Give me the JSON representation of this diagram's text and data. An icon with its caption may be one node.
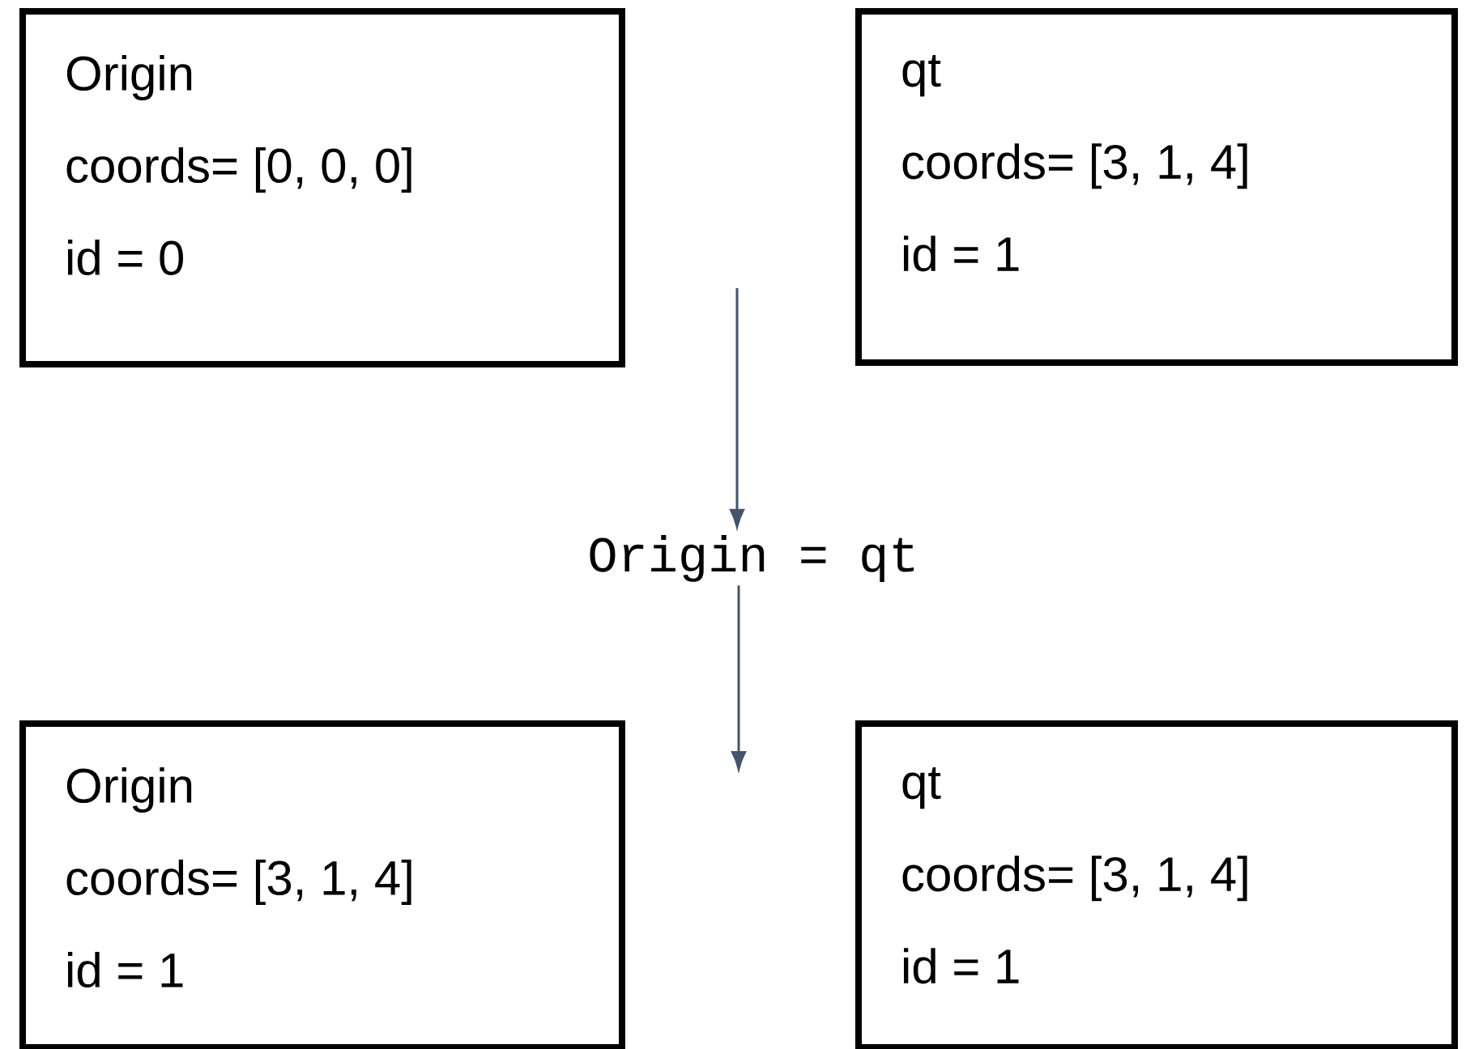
{
  "diagram": {
    "nodes": [
      {
        "text": [
          "Origin",
          "coords= [0, 0, 0]",
          "id = 0"
        ]
      },
      {
        "text": [
          "qt",
          "coords= [3, 1, 4]",
          "id = 1"
        ]
      },
      {
        "text": [
          "Origin",
          "coords= [3, 1, 4]",
          "id = 1"
        ]
      },
      {
        "text": [
          "qt",
          "coords= [3, 1, 4]",
          "id = 1"
        ]
      },
      {
        "text": [
          "Origin = qt"
        ]
      }
    ],
    "edges": [
      {
        "from": null,
        "to": 4,
        "arrow": "to"
      },
      {
        "from": 4,
        "to": null,
        "arrow": "to"
      }
    ]
  }
}
